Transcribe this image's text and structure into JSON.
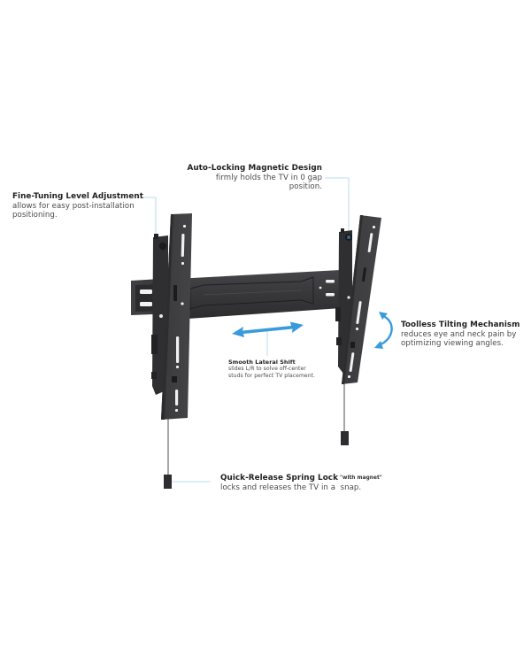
{
  "image": {
    "subject": "Tilting TV wall mount product feature diagram",
    "background": "#ffffff"
  },
  "colors": {
    "metal": "#3b3b3d",
    "metal_dark": "#2a2a2c",
    "metal_light": "#4a4a4d",
    "accent_blue": "#3a9bdc",
    "leader_line": "#a9d3e6",
    "text_dark": "#1f1f1f",
    "text_body": "#4a4a4a"
  },
  "callouts": {
    "fine_tuning": {
      "title": "Fine-Tuning Level Adjustment",
      "lines": [
        "allows for easy post-installation",
        "positioning."
      ]
    },
    "auto_locking": {
      "title": "Auto-Locking Magnetic Design",
      "lines": [
        "firmly holds the TV in 0 gap",
        "position."
      ]
    },
    "toolless_tilting": {
      "title": "Toolless Tilting Mechanism",
      "lines": [
        "reduces eye and neck pain by",
        "optimizing viewing angles."
      ]
    },
    "smooth_shift": {
      "title": "Smooth Lateral Shift",
      "lines": [
        "slides L/R to solve off-center",
        "studs for perfect TV placement."
      ]
    },
    "quick_release": {
      "title": "Quick-Release Spring Lock",
      "note": "\"with magnet\"",
      "lines": [
        "locks and releases the TV in a  snap."
      ]
    }
  },
  "icons": {
    "lateral_arrow": "double-headed horizontal arrow",
    "tilt_arrow": "curved double-headed arrow"
  }
}
